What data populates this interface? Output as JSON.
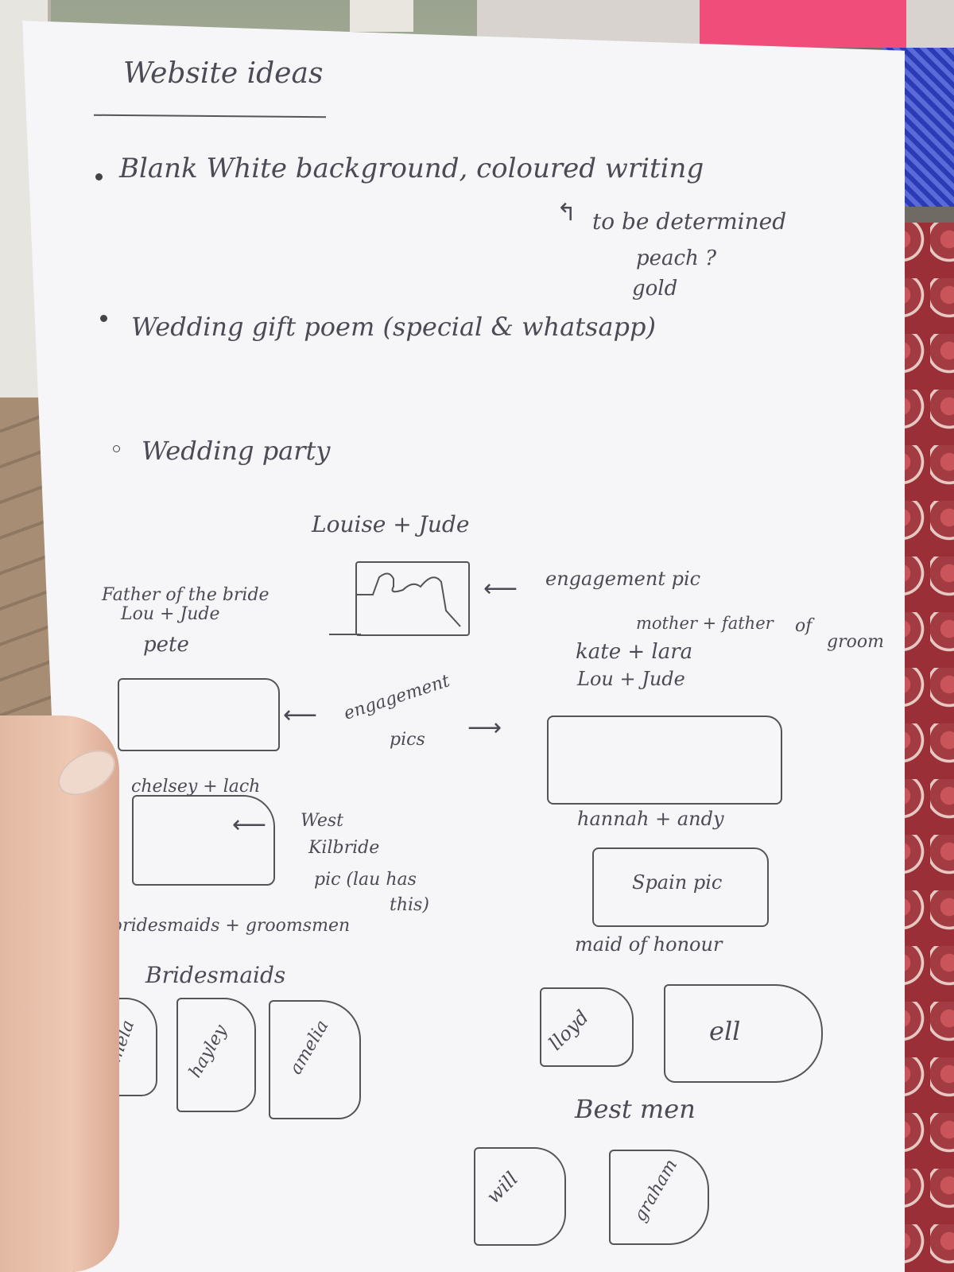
{
  "note": {
    "title": "Website ideas",
    "bullet1": "Blank White background, coloured writing",
    "tbd": "to be determined",
    "option1": "peach ?",
    "option2": "gold",
    "bullet2": "Wedding gift poem (special & whatsapp)",
    "bullet3": "Wedding party",
    "couple": "Louise + Jude"
  },
  "sketch": {
    "engagement_pic": "engagement pic",
    "father_of_bride": "Father of the bride",
    "louise_jude_1": "Lou + Jude",
    "pete": "pete",
    "mother_father_groom_1": "mother + father",
    "mother_father_groom_2": "of",
    "mother_father_groom_3": "groom",
    "kate_lara": "kate + lara",
    "louise_jude_2": "Lou + Jude",
    "engagement_pics_1": "engagement",
    "engagement_pics_2": "pics",
    "chelsey_lach": "chelsey + lach",
    "west": "West",
    "kilbride": "Kilbride",
    "pic_lauhas": "pic (lau has",
    "this": "this)",
    "hannah_andy": "hannah + andy",
    "spain_pic": "Spain pic",
    "maid_of_honour": "maid of honour",
    "bridesmaids_groomsmen": "bridesmaids + groomsmen",
    "bridesmaids": "Bridesmaids",
    "pamela": "pamela",
    "hayley": "hayley",
    "amelia": "amelia",
    "lloyd": "lloyd",
    "ell": "ell",
    "best_men": "Best men",
    "will": "will",
    "graham": "graham"
  }
}
